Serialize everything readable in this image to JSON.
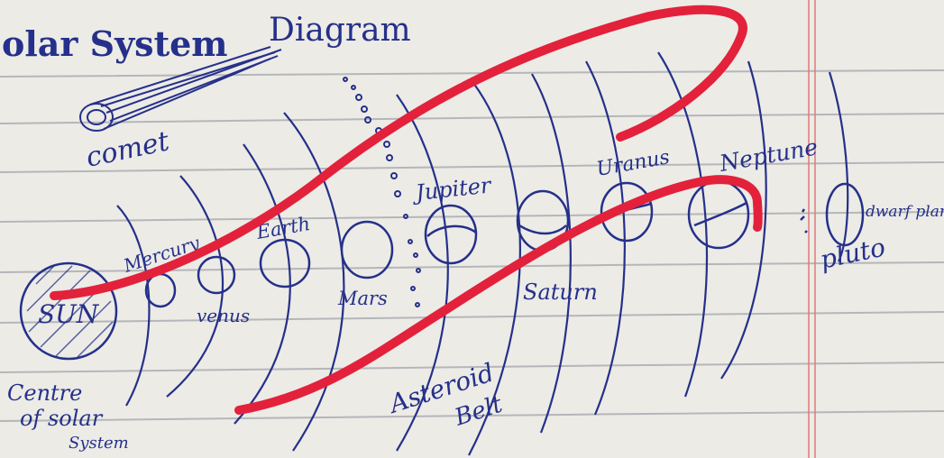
{
  "title": {
    "part1": "olar System",
    "part2": "Diagram"
  },
  "labels": {
    "comet": "comet",
    "sun": "SUN",
    "mercury": "Mercury",
    "venus": "venus",
    "earth": "Earth",
    "mars": "Mars",
    "jupiter": "Jupiter",
    "saturn": "Saturn",
    "uranus": "Uranus",
    "neptune": "Neptune",
    "dwarf": "dwarf planets",
    "pluto": "pluto",
    "centre_line1": "Centre",
    "centre_line2": "of solar",
    "centre_line3": "System",
    "asteroid_line1": "Asteroid",
    "asteroid_line2": "Belt"
  },
  "colors": {
    "paper": "#ecebe6",
    "rule_line": "#a7a9ae",
    "margin_line": "#e07a7a",
    "ink": "#25308a",
    "marker": "#e3213b"
  }
}
